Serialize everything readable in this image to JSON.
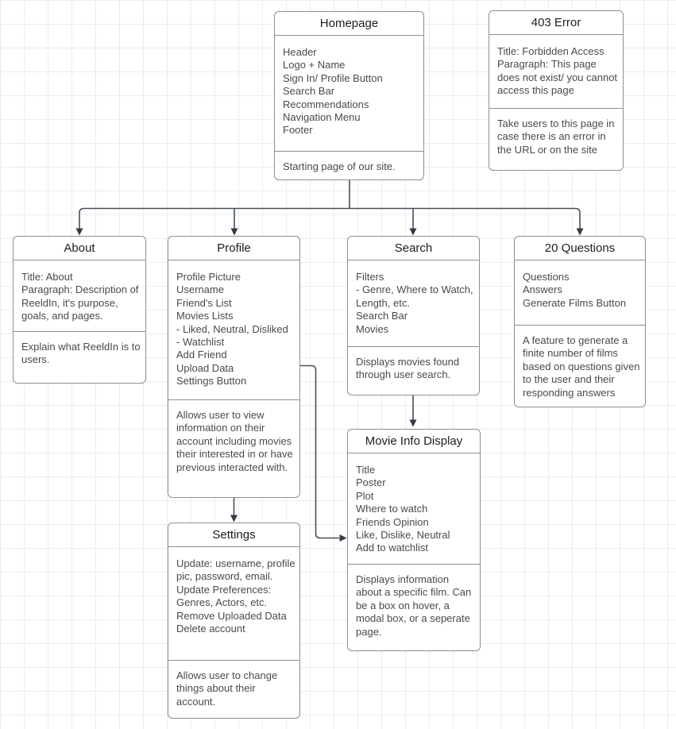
{
  "diagram": {
    "type": "sitemap-flowchart",
    "colors": {
      "box_border": "#8f8f8f",
      "connector": "#47505b",
      "arrowhead": "#343b44",
      "title_text": "#1d1d1d",
      "body_text": "#4a4a4a",
      "grid_line": "#ececef",
      "background": "#ffffff"
    }
  },
  "boxes": [
    {
      "title": "Homepage",
      "lines": [
        "Header",
        "Logo + Name",
        "Sign In/ Profile Button",
        "Search Bar",
        "Recommendations",
        "Navigation Menu",
        "Footer"
      ],
      "description": "Starting page of our site."
    },
    {
      "title": "403 Error",
      "lines": [
        "Title: Forbidden Access",
        "Paragraph: This page does not exist/ you cannot access this page"
      ],
      "description": "Take users to this page in case there is an error in the URL or on the site"
    },
    {
      "title": "About",
      "lines": [
        "Title: About",
        "Paragraph: Description of ReeldIn, it's purpose, goals, and pages."
      ],
      "description": "Explain what ReeldIn is to users."
    },
    {
      "title": "Profile",
      "lines": [
        "Profile Picture",
        "Username",
        "Friend's List",
        "Movies Lists",
        "- Liked, Neutral, Disliked",
        "- Watchlist",
        "Add Friend",
        "Upload Data",
        "Settings Button"
      ],
      "description": "Allows user to view information on their account including movies their interested in or have previous interacted with."
    },
    {
      "title": "Search",
      "lines": [
        "Filters",
        "- Genre, Where to Watch, Length, etc.",
        "Search Bar",
        "Movies"
      ],
      "description": "Displays movies found through user search."
    },
    {
      "title": "20 Questions",
      "lines": [
        "Questions",
        "Answers",
        "Generate Films Button"
      ],
      "description": "A feature to generate a finite number of films based on questions given to the user and their responding answers"
    },
    {
      "title": "Movie Info Display",
      "lines": [
        "Title",
        "Poster",
        "Plot",
        "Where to watch",
        "Friends Opinion",
        "Like, Dislike, Neutral",
        "Add to watchlist"
      ],
      "description": "Displays information about a specific film. Can be a box on hover, a modal box, or a seperate page."
    },
    {
      "title": "Settings",
      "lines": [
        "Update: username, profile pic, password, email.",
        "Update Preferences: Genres, Actors, etc.",
        "Remove Uploaded Data",
        "Delete account"
      ],
      "description": "Allows user to change things about their account."
    }
  ],
  "connectors": [
    {
      "from": "Homepage",
      "to": "About"
    },
    {
      "from": "Homepage",
      "to": "Profile"
    },
    {
      "from": "Homepage",
      "to": "Search"
    },
    {
      "from": "Homepage",
      "to": "20 Questions"
    },
    {
      "from": "Search",
      "to": "Movie Info Display"
    },
    {
      "from": "Profile",
      "to": "Settings"
    },
    {
      "from": "Profile",
      "to": "Movie Info Display"
    }
  ]
}
